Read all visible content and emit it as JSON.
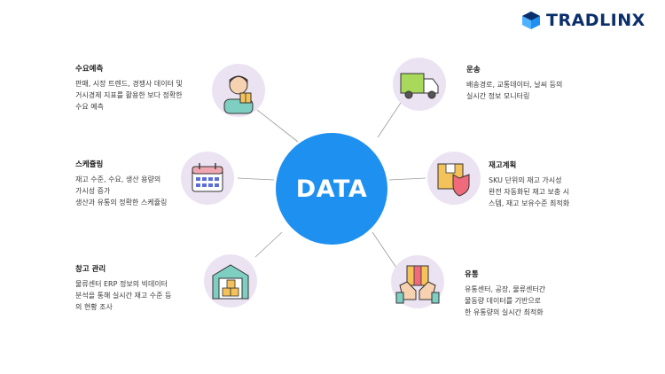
{
  "brand": {
    "name": "TRADLINX",
    "color": "#0b2f6b",
    "accent": "#1e90f0"
  },
  "hub": {
    "label": "DATA",
    "color": "#1e90f0"
  },
  "nodes": {
    "demand": {
      "title": "수요예측",
      "icon": "person-with-box-icon",
      "lines": [
        "판매, 시장 트렌드, 경쟁사 데이터 및",
        "거시경제 지표를 활용한 보다 정확한",
        "수요 예측"
      ]
    },
    "scheduling": {
      "title": "스케쥴링",
      "icon": "calendar-icon",
      "lines": [
        "재고 수준, 수요, 생산 용량의",
        "가시성 증가",
        "생산과 유통의 정확한 스케쥴링"
      ]
    },
    "warehouse": {
      "title": "창고 관리",
      "icon": "warehouse-icon",
      "lines": [
        "물류센터 ERP 정보의 빅데이터",
        "분석을 통해 실시간 재고 수준 등",
        "의 현황 조사"
      ]
    },
    "transport": {
      "title": "운송",
      "icon": "truck-icon",
      "lines": [
        "배송경로, 교통데이터, 날씨 등의",
        "실시간 정보 모니터링"
      ]
    },
    "inventory": {
      "title": "재고계획",
      "icon": "box-shield-icon",
      "lines": [
        "SKU 단위의 재고 가시성",
        "완전 자동화된 재고 보충 시",
        "스템, 재고 보유수준 최적화"
      ]
    },
    "distribution": {
      "title": "유통",
      "icon": "hands-with-box-icon",
      "lines": [
        "유통센터, 공장, 물류센터간",
        "물동량 데이터를 기반으로",
        "한 유통량의 실시간 최적화"
      ]
    }
  }
}
